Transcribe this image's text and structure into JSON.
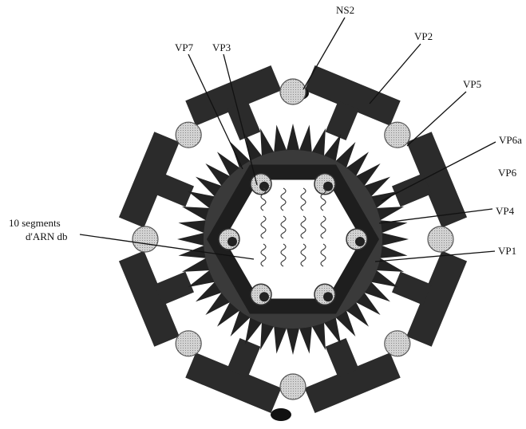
{
  "labels": {
    "ns2": "NS2",
    "vp2": "VP2",
    "vp7": "VP7",
    "vp3": "VP3",
    "vp5": "VP5",
    "vp6a": "VP6a",
    "vp6": "VP6",
    "vp4": "VP4",
    "vp1": "VP1",
    "segments_line1": "10 segments",
    "segments_line2": "d'ARN db"
  },
  "colors": {
    "shell": "#2b2b2b",
    "ball": "#c9c9c9",
    "ball_stroke": "#555555",
    "spike": "#222222",
    "line": "#111111"
  }
}
